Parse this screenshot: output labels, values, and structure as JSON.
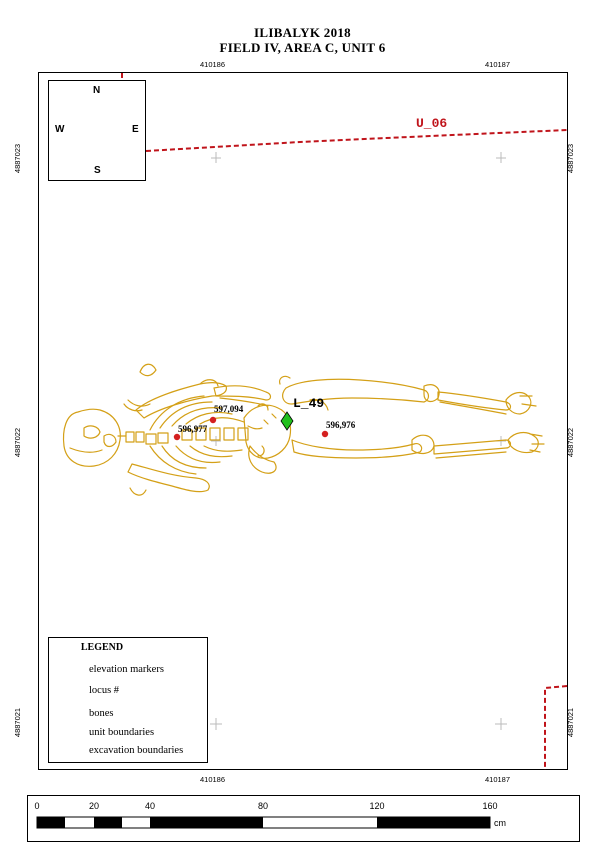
{
  "map": {
    "title_line1": "ILIBALYK 2018",
    "title_line2": "FIELD IV, AREA C, UNIT 6",
    "grid_labels": {
      "x_top_left": "410186",
      "x_top_right": "410187",
      "x_bottom_left": "410186",
      "x_bottom_right": "410187",
      "y_upper": "4887023",
      "y_middle": "4887022",
      "y_lower": "4887021"
    },
    "unit_label": "U_06",
    "locus_label": "L_49",
    "elevations": [
      {
        "name": "elevation-597094",
        "label": "597,094"
      },
      {
        "name": "elevation-596977",
        "label": "596,977"
      },
      {
        "name": "elevation-596976",
        "label": "596,976"
      }
    ],
    "compass": {
      "n": "N",
      "s": "S",
      "e": "E",
      "w": "W"
    },
    "colors": {
      "bones": "#d4a017",
      "unit_boundary": "#c0141b",
      "excavation_boundary": "#2fb4e0",
      "elevation_marker": "#d42020",
      "locus_marker": "#22c01e"
    }
  },
  "legend": {
    "title": "LEGEND",
    "items": [
      {
        "label": "elevation markers",
        "symbol": "red-dot"
      },
      {
        "label": "locus #",
        "symbol": "green-diamond"
      },
      {
        "label": "bones",
        "symbol": "gold-line"
      },
      {
        "label": "unit boundaries",
        "symbol": "red-dashed"
      },
      {
        "label": "excavation boundaries",
        "symbol": "cyan-dashed"
      }
    ]
  },
  "scale": {
    "ticks": [
      "0",
      "20",
      "40",
      "80",
      "120",
      "160"
    ],
    "unit": "cm"
  }
}
